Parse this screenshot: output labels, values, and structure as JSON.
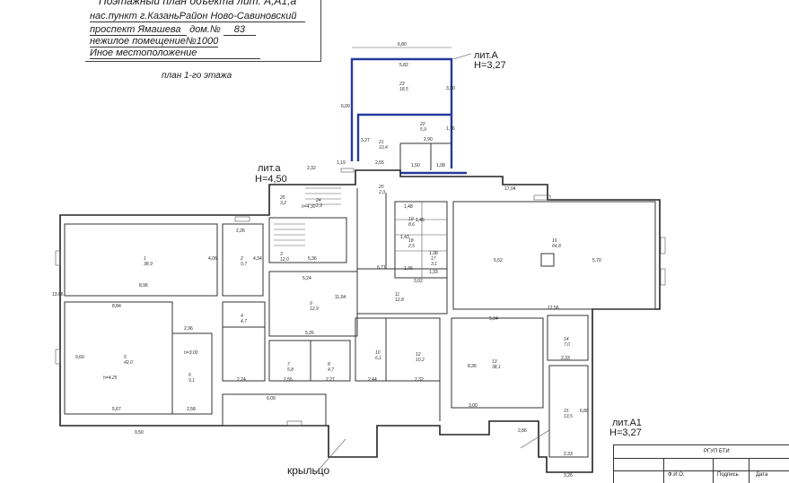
{
  "header": {
    "title": "Поэтажный план объекта  лит. А,А1,а",
    "settlement": "нас.пункт г.Казань",
    "district": "Район  Ново-Савиновский",
    "street": "проспект Ямашева",
    "house_label": "дом.№",
    "house_no": "83",
    "premise": "нежилое помещение№1000",
    "other_location": "Иное местоположение"
  },
  "floor_label": "план 1-го этажа",
  "liters": [
    {
      "name": "лит.А",
      "height": "H=3,27"
    },
    {
      "name": "лит.а",
      "height": "H=4,50"
    },
    {
      "name": "лит.А1",
      "height": "H=3,27"
    }
  ],
  "porch": "крыльцо",
  "stamp": {
    "org": "РГУП БТИ",
    "fio": "Ф.И.О.",
    "sign": "Подпись",
    "date": "Дата"
  },
  "dims": {
    "top_a": "6,80",
    "top_b": "5,82",
    "h_a": "3,20",
    "side_a": "6,00",
    "d_2_90": "2,90",
    "d_1_76": "1,76",
    "d_3_27": "3,27",
    "d_1_50": "1,50",
    "d_1_08": "1,08",
    "d_2_32": "2,32",
    "d_1_19": "1,19",
    "d_2_55": "2,55",
    "d_17_04": "17,04",
    "d_1_48": "1,48",
    "d_1_45": "1,45",
    "d_1_43": "1,43",
    "d_1_38": "1,38",
    "d_1_33": "1,33",
    "d_1_46": "1,46",
    "d_5_36": "5,36",
    "d_2_26": "2,26",
    "d_4_06": "4,06",
    "d_4_34": "4,34",
    "d_8_96": "8,96",
    "d_8_84": "8,84",
    "d_13_06": "13,06",
    "d_9_60": "9,60",
    "d_5_67": "5,67",
    "d_9_50": "9,50",
    "d_11_04": "11,04",
    "d_5_24": "5,24",
    "d_3_02": "3,02",
    "d_5_52": "5,52",
    "d_5_70": "5,70",
    "d_12_56": "12,56",
    "d_5_34": "5,34",
    "d_6_09": "6,09",
    "d_2_55b": "2,55",
    "d_2_27": "2,27",
    "d_2_44": "2,44",
    "d_2_32b": "2,32",
    "d_3_00": "3,00",
    "d_2_86": "2,86",
    "d_3_26": "3,26",
    "d_2_33": "2,33",
    "d_2_33b": "2,33",
    "d_6_80": "6,80",
    "d_2_58": "2,58",
    "d_2_24": "2,24",
    "d_2_96": "2,96",
    "d_5_26": "5,26",
    "d_6_71": "6,71",
    "d_8_36": "8,36"
  },
  "rooms": {
    "r1": "1\n38,9",
    "r2": "2\n9,7",
    "r3": "3\n12,0",
    "r4": "4\n4,7",
    "r5": "5\n42,0",
    "r6": "6\n9,1",
    "r7": "7\n5,8",
    "r8": "8\n4,7",
    "r9": "9\n12,9",
    "r10": "10\n6,1",
    "r11": "11\n12,8",
    "r12": "12\n10,2",
    "r13": "13\n38,1",
    "r14": "14\n7,0",
    "r15": "15\n13,5",
    "r16": "16\n64,8",
    "r17": "17\n3,1",
    "r18": "18\n2,5",
    "r19": "19\n8,6",
    "r20": "20\n2,3",
    "r21": "21\n10,4",
    "r22": "22\n5,9",
    "r23": "23\n18,5",
    "r24": "24\n2,9",
    "r25": "25\n3,2"
  },
  "heights": {
    "h1": "h=4,30",
    "h2": "h=3,00",
    "h3": "h=4,25"
  }
}
